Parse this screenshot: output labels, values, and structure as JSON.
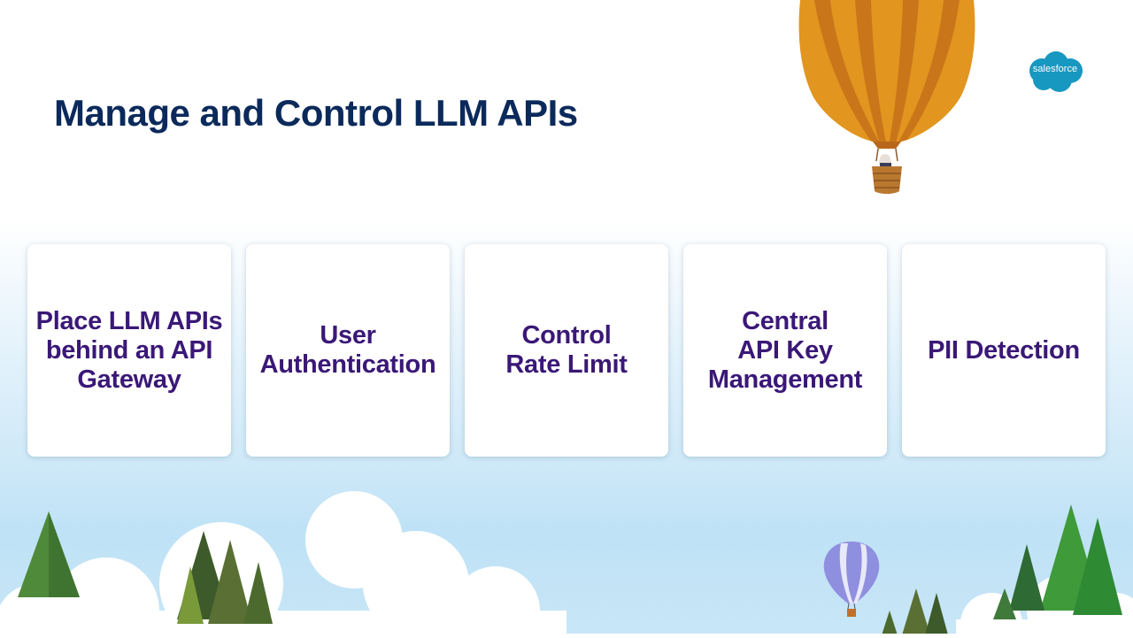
{
  "slide": {
    "title": "Manage and Control LLM APIs",
    "logo": {
      "text": "salesforce",
      "color": "#1798c1"
    },
    "cards": [
      {
        "label": "Place LLM APIs\nbehind an API\nGateway"
      },
      {
        "label": "User\nAuthentication"
      },
      {
        "label": "Control\nRate Limit"
      },
      {
        "label": "Central\nAPI Key\nManagement"
      },
      {
        "label": "PII Detection"
      }
    ]
  },
  "colors": {
    "title": "#0b2a5b",
    "card_text": "#3a1877",
    "card_background": "#ffffff",
    "sky": "#cfe9f8"
  },
  "icons": {
    "decorations": [
      "hot-air-balloon-icon",
      "small-balloon-icon",
      "pine-tree-icon",
      "cloud-icon"
    ]
  }
}
